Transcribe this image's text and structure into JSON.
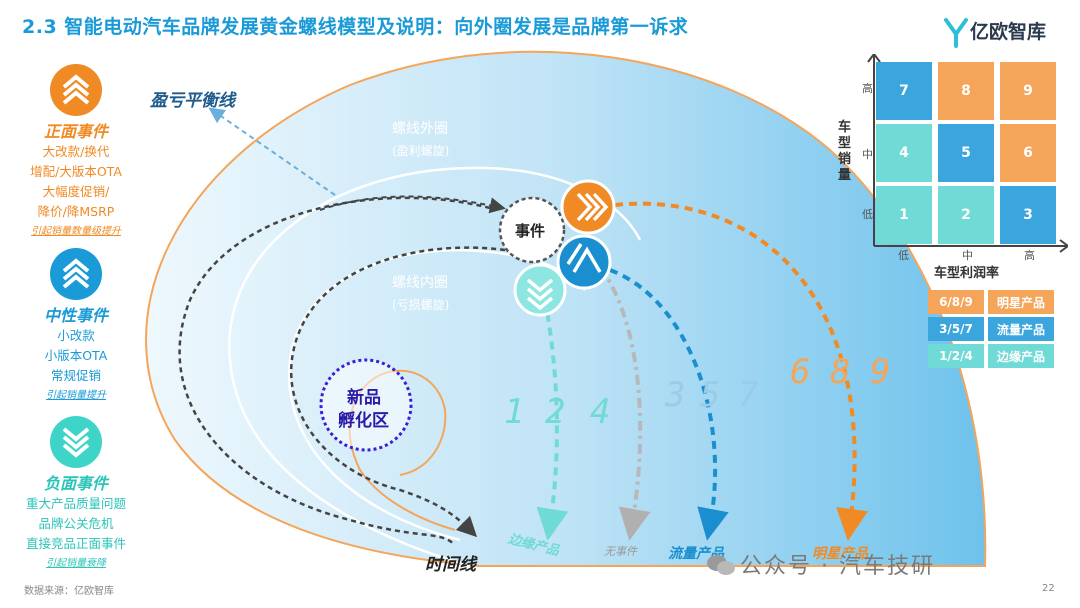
{
  "title": "2.3 智能电动汽车品牌发展黄金螺线模型及说明：向外圈发展是品牌第一诉求",
  "logo": "亿欧智库",
  "left_panel": {
    "positive": {
      "title": "正面事件",
      "items": [
        "大改款/换代",
        "增配/大版本OTA",
        "大幅度促销/",
        "降价/降MSRP"
      ],
      "note": "引起销量数量级提升",
      "color": "#f08a24"
    },
    "neutral": {
      "title": "中性事件",
      "items": [
        "小改款",
        "小版本OTA",
        "常规促销"
      ],
      "note": "引起销量提升",
      "color": "#1a9ad6"
    },
    "negative": {
      "title": "负面事件",
      "items": [
        "重大产品质量问题",
        "品牌公关危机",
        "直接竞品正面事件"
      ],
      "note": "引起销量衰降",
      "color": "#3fd4c8"
    }
  },
  "spiral": {
    "breakeven": "盈亏平衡线",
    "outer_ring": "螺线外圈",
    "outer_sub": "(盈利螺旋)",
    "inner_ring": "螺线内圈",
    "inner_sub": "(亏损螺旋)",
    "event": "事件",
    "incubator_1": "新品",
    "incubator_2": "孵化区",
    "timeline": "时间线",
    "nums_edge": [
      "1",
      "2",
      "4"
    ],
    "nums_flow": [
      "3",
      "5",
      "7"
    ],
    "nums_star": [
      "6",
      "8",
      "9"
    ],
    "outcome_edge": "边缘产品",
    "outcome_none": "无事件",
    "outcome_flow": "流量产品",
    "outcome_star": "明星产品"
  },
  "matrix": {
    "y_label": "车型销量",
    "x_label": "车型利润率",
    "y_ticks": [
      "高",
      "中",
      "低"
    ],
    "x_ticks": [
      "低",
      "中",
      "高"
    ],
    "cells": [
      [
        "7",
        "8",
        "9"
      ],
      [
        "4",
        "5",
        "6"
      ],
      [
        "1",
        "2",
        "3"
      ]
    ]
  },
  "legend": [
    {
      "code": "6/8/9",
      "name": "明星产品",
      "color": "#f5a55a"
    },
    {
      "code": "3/5/7",
      "name": "流量产品",
      "color": "#3aa6dd"
    },
    {
      "code": "1/2/4",
      "name": "边缘产品",
      "color": "#6fdad6"
    }
  ],
  "colors": {
    "orange": "#f5a55a",
    "blue": "#4fb0e3",
    "teal": "#8ee6e2",
    "accent": "#1a9ad6"
  },
  "footer": "数据来源：亿欧智库",
  "page_number": "22",
  "watermark": "公众号 · 汽车技研"
}
